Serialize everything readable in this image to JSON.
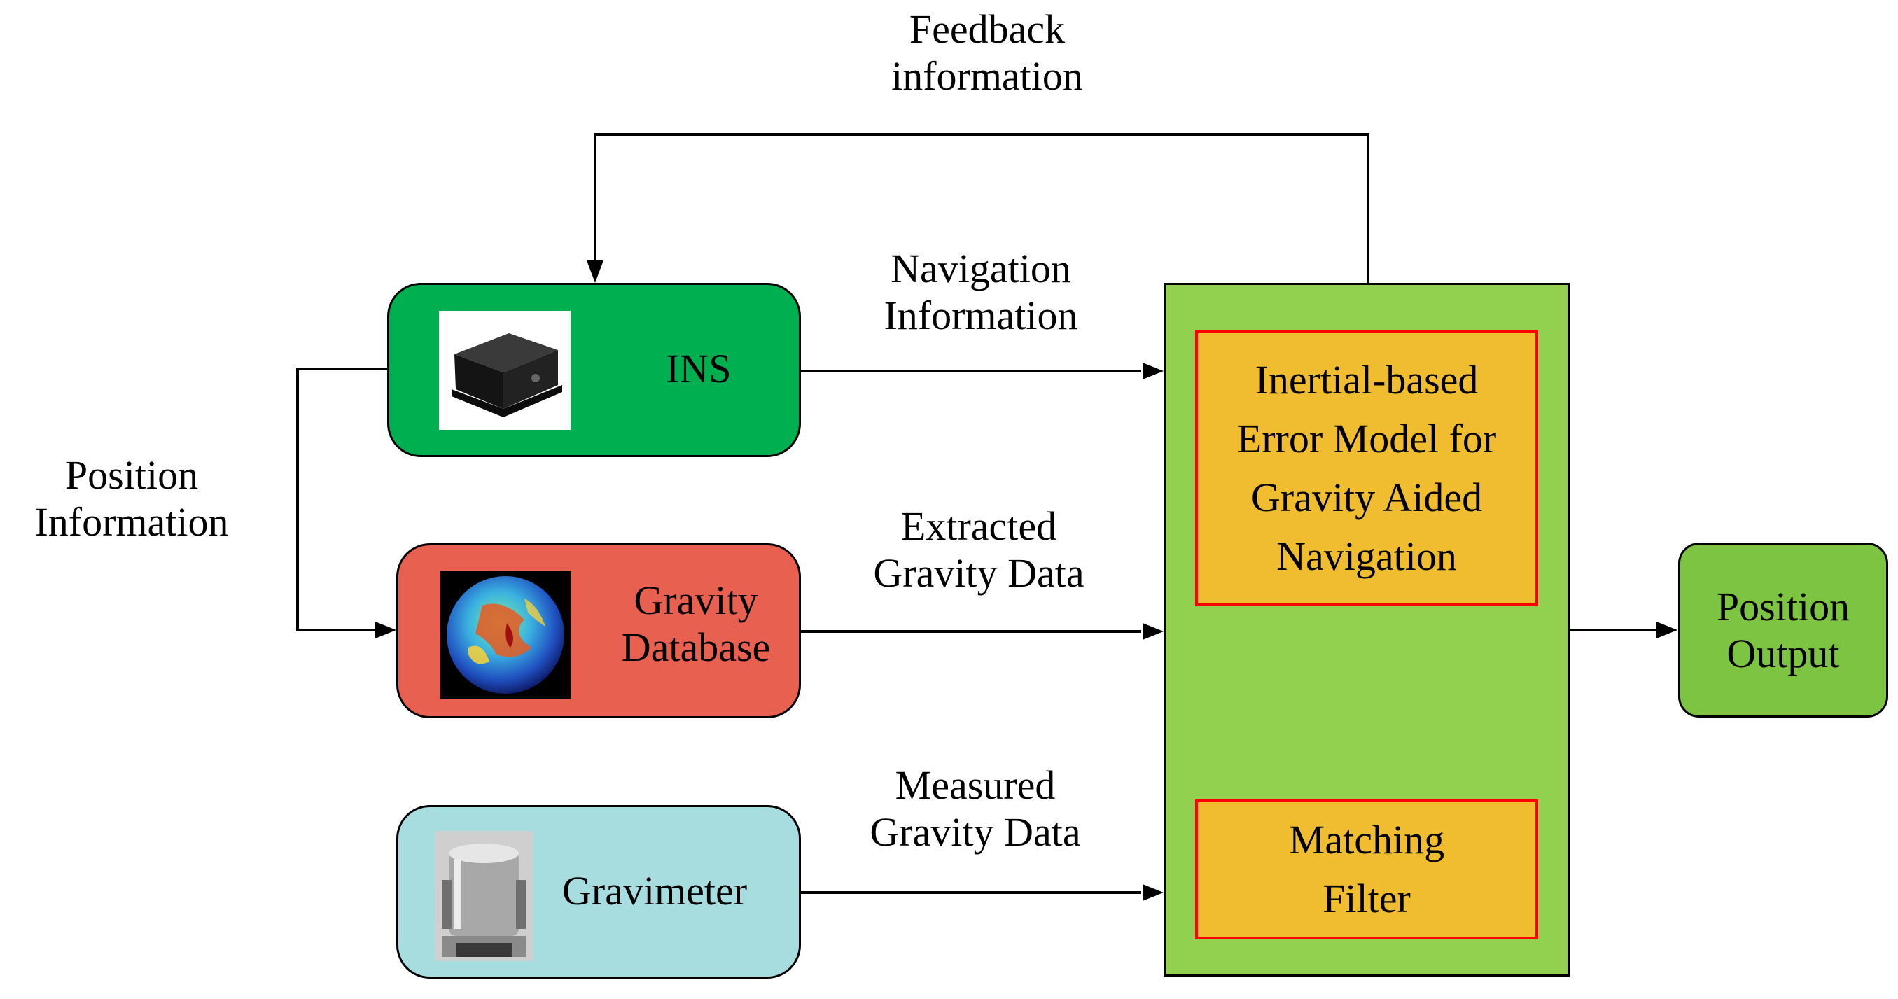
{
  "colors": {
    "ins_fill": "#00b050",
    "gravity_db_fill": "#e8604f",
    "gravimeter_fill": "#a8dde0",
    "processor_fill": "#92d050",
    "inner_fill": "#f0bc30",
    "inner_border": "#ff0000",
    "output_fill": "#7cc442",
    "line": "#000000"
  },
  "nodes": {
    "ins": {
      "label": "INS",
      "icon": "ins-unit-photo"
    },
    "gravity_database": {
      "label_line1": "Gravity",
      "label_line2": "Database",
      "icon": "earth-gravity-map"
    },
    "gravimeter": {
      "label": "Gravimeter",
      "icon": "gravimeter-photo"
    },
    "error_model": {
      "line1": "Inertial-based",
      "line2": "Error Model for",
      "line3": "Gravity Aided",
      "line4": "Navigation"
    },
    "matching_filter": {
      "line1": "Matching",
      "line2": "Filter"
    },
    "position_output": {
      "line1": "Position",
      "line2": "Output"
    }
  },
  "edges": {
    "feedback": {
      "line1": "Feedback",
      "line2": "information"
    },
    "navigation": {
      "line1": "Navigation",
      "line2": "Information"
    },
    "extracted": {
      "line1": "Extracted",
      "line2": "Gravity Data"
    },
    "measured": {
      "line1": "Measured",
      "line2": "Gravity Data"
    },
    "position": {
      "line1": "Position",
      "line2": "Information"
    }
  }
}
